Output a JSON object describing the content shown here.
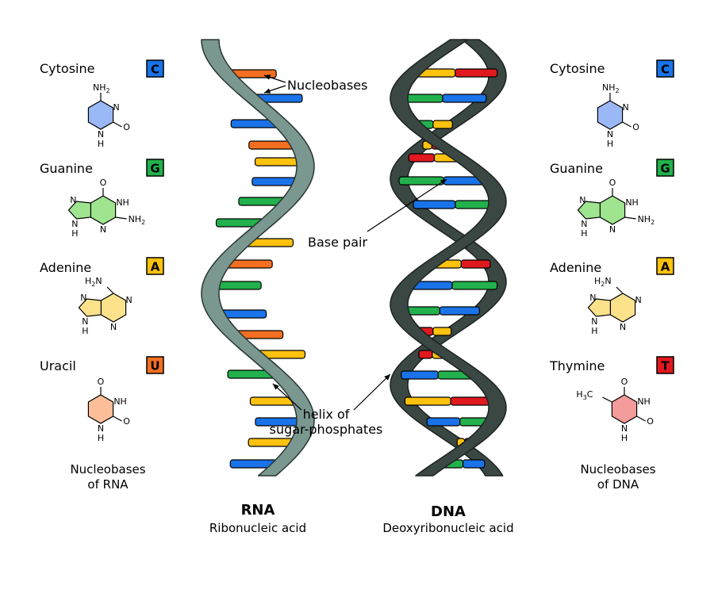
{
  "left_panel": {
    "caption_line1": "Nucleobases",
    "caption_line2": "of RNA",
    "bases": [
      {
        "name": "Cytosine",
        "letter": "C",
        "color": "#1a73e8"
      },
      {
        "name": "Guanine",
        "letter": "G",
        "color": "#22b14c"
      },
      {
        "name": "Adenine",
        "letter": "A",
        "color": "#ffc20e"
      },
      {
        "name": "Uracil",
        "letter": "U",
        "color": "#f36f21"
      }
    ]
  },
  "right_panel": {
    "caption_line1": "Nucleobases",
    "caption_line2": "of DNA",
    "bases": [
      {
        "name": "Cytosine",
        "letter": "C",
        "color": "#1a73e8"
      },
      {
        "name": "Guanine",
        "letter": "G",
        "color": "#22b14c"
      },
      {
        "name": "Adenine",
        "letter": "A",
        "color": "#ffc20e"
      },
      {
        "name": "Thymine",
        "letter": "T",
        "color": "#e0191e"
      }
    ]
  },
  "chem_labels": {
    "nh2": "NH",
    "nh2_sub": "2",
    "n": "N",
    "h": "H",
    "o": "O",
    "nh": "NH",
    "h3c": "H",
    "h3c_sub": "3",
    "h3c_tail": "C"
  },
  "rna": {
    "title": "RNA",
    "subtitle": "Ribonucleic acid",
    "backbone_color": "#7a9790"
  },
  "dna": {
    "title": "DNA",
    "subtitle": "Deoxyribonucleic acid",
    "backbone_color": "#3a4743"
  },
  "annotations": {
    "nucleobases": "Nucleobases",
    "base_pair": "Base pair",
    "helix_line1": "helix of",
    "helix_line2": "sugar-phosphates"
  },
  "colors": {
    "cytosine": "#1a73e8",
    "guanine": "#22b14c",
    "adenine": "#ffc20e",
    "uracil": "#f36f21",
    "thymine": "#e0191e",
    "cytosine_fill": "#9ab8f5",
    "guanine_fill": "#9fe58f",
    "adenine_fill": "#fde28c",
    "uracil_fill": "#fbbe98",
    "thymine_fill": "#f49b9b"
  }
}
